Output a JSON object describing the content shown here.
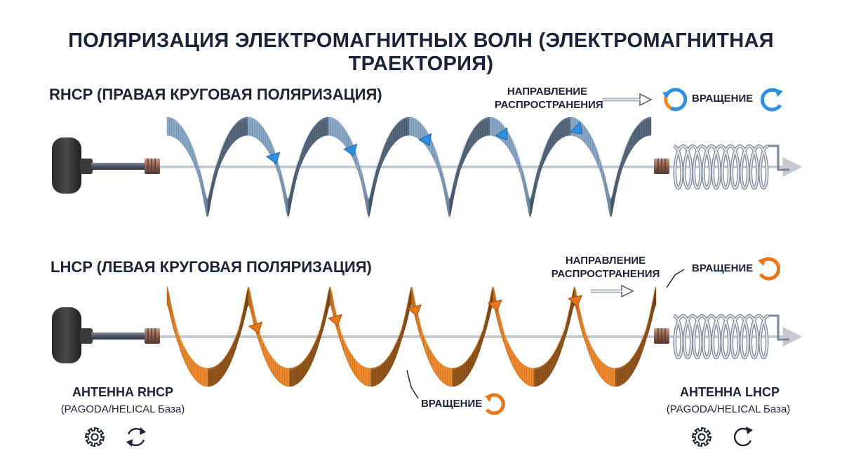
{
  "title": "ПОЛЯРИЗАЦИЯ ЭЛЕКТРОМАГНИТНЫХ ВОЛН (ЭЛЕКТРОМАГНИТНАЯ ТРАЕКТОРИЯ)",
  "rhcp": {
    "label": "RHCP (ПРАВАЯ КРУГОВАЯ ПОЛЯРИЗАЦИЯ)",
    "direction_line1": "НАПРАВЛЕНИЕ",
    "direction_line2": "РАСПРОСТРАНЕНИЯ",
    "rotation_label": "ВРАЩЕНИЕ",
    "color_main": "#8aa9c9",
    "color_arrow": "#2f8fe0"
  },
  "lhcp": {
    "label": "LHCP (ЛЕВАЯ КРУГОВАЯ ПОЛЯРИЗАЦИЯ)",
    "direction_line1": "НАПРАВЛЕНИЕ",
    "direction_line2": "РАСПРОСТРАНЕНИЯ",
    "rotation_label": "ВРАЩЕНИЕ",
    "rotation_label_mid": "ВРАЩЕНИЕ",
    "color_main": "#f08a2c",
    "color_arrow": "#e8761a"
  },
  "antenna_rhcp": {
    "name": "АНТЕННА RHCP",
    "subtitle": "(PAGODA/HELICAL База)",
    "icons": [
      "gear-icon",
      "rotate-arrows-icon"
    ]
  },
  "antenna_lhcp": {
    "name": "АНТЕННА LHCP",
    "subtitle": "(PAGODA/HELICAL База)",
    "icons": [
      "gear-icon",
      "rotate-ring-icon"
    ]
  }
}
